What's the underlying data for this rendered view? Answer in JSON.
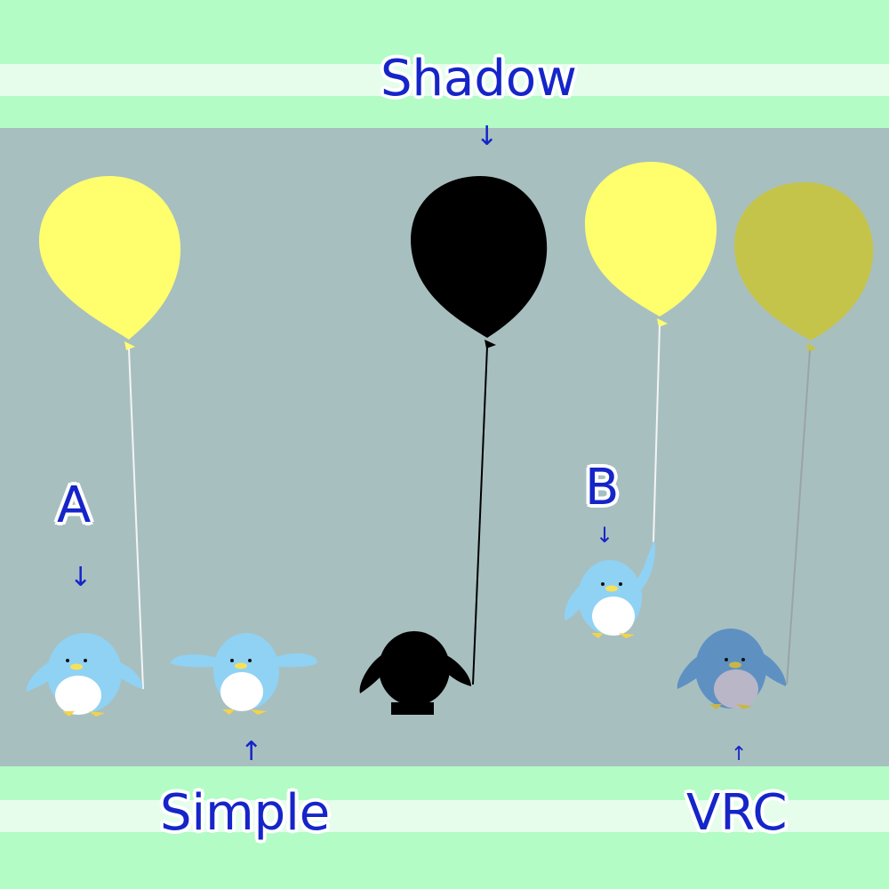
{
  "labels": {
    "shadow": "Shadow",
    "a": "A",
    "b": "B",
    "simple": "Simple",
    "vrc": "VRC"
  },
  "arrows": {
    "down": "↓",
    "up": "↑"
  },
  "colors": {
    "band_green": "#b3fcc5",
    "band_stripe": "#e6fdec",
    "scene_bg": "#a8bfc0",
    "label_blue": "#1525c8",
    "balloon_yellow": "#ffff6e",
    "balloon_vrc": "#c5c44a",
    "penguin_blue": "#8fd2f4",
    "penguin_vrc": "#5e91c2"
  }
}
